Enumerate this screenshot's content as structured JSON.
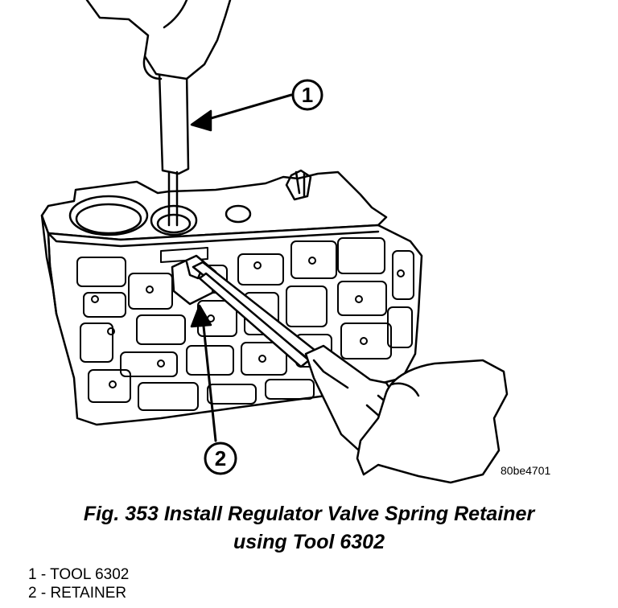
{
  "figure": {
    "image_code": "80be4701",
    "caption_line1": "Fig. 353 Install Regulator Valve Spring Retainer",
    "caption_line2": "using Tool 6302"
  },
  "callouts": [
    {
      "number": "1"
    },
    {
      "number": "2"
    }
  ],
  "legend": [
    {
      "text": "1 - TOOL 6302"
    },
    {
      "text": "2 - RETAINER"
    }
  ]
}
